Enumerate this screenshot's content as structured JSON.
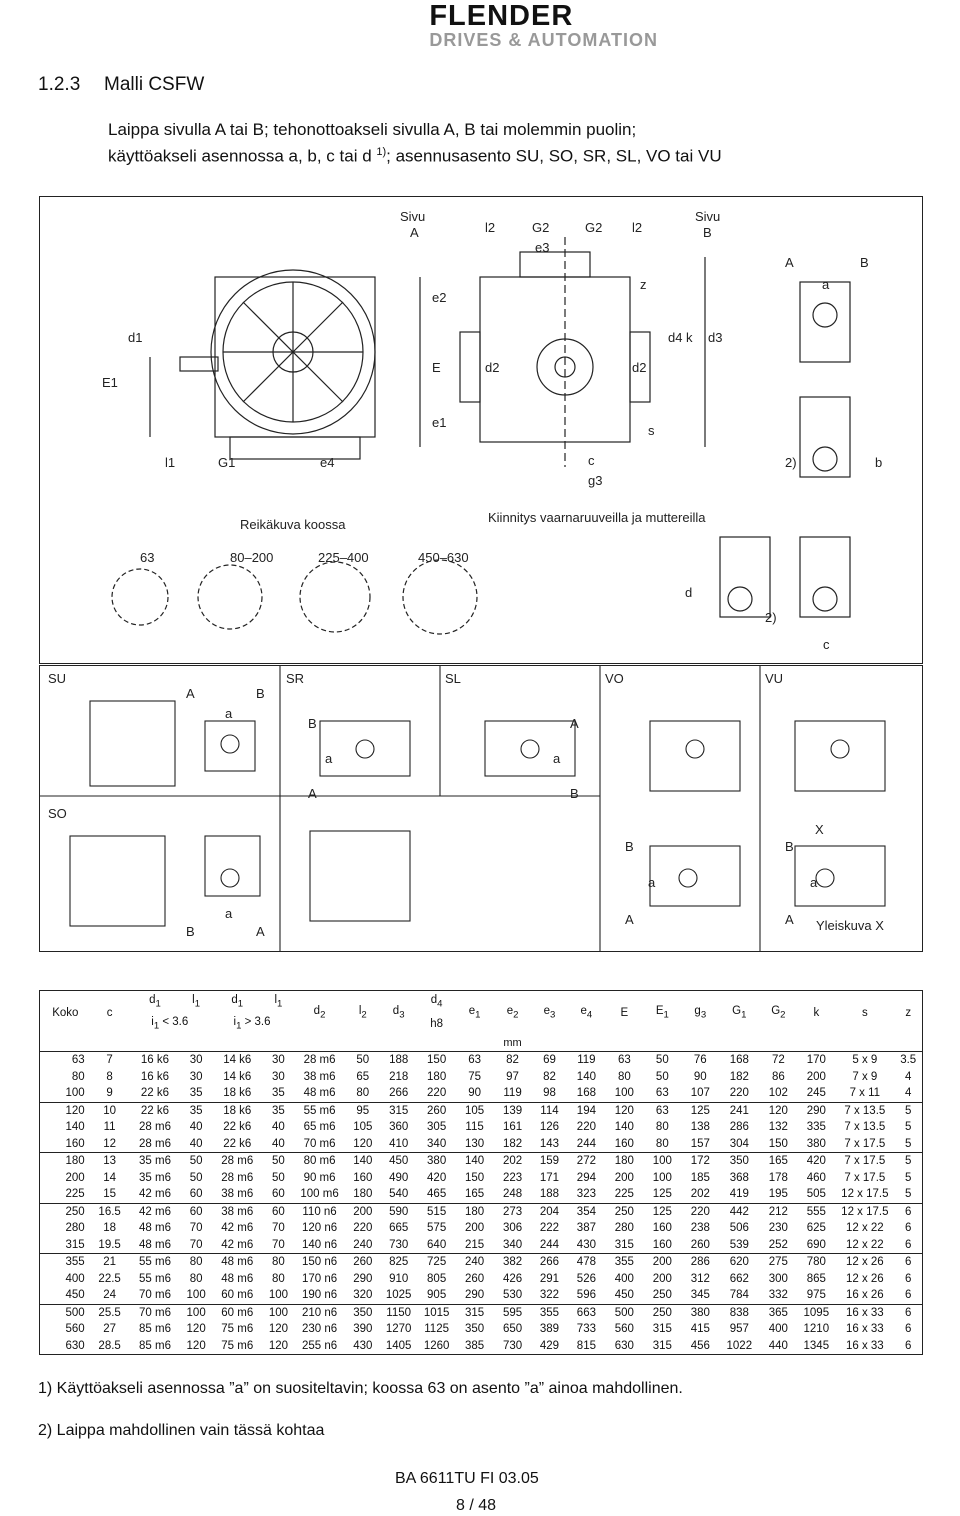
{
  "header": {
    "brand": "FLENDER",
    "tagline": "DRIVES & AUTOMATION"
  },
  "section": {
    "number": "1.2.3",
    "title": "Malli CSFW"
  },
  "intro": {
    "line1": "Laippa sivulla A tai B; tehonottoakseli sivulla A, B tai molemmin puolin;",
    "line2_pre": "käyttöakseli asennossa a, b, c tai d ",
    "line2_sup": "1)",
    "line2_post": "; asennusasento SU, SO, SR, SL, VO tai VU"
  },
  "drawing": {
    "side_a_label": "Sivu",
    "side_a_letter": "A",
    "side_b_label": "Sivu",
    "side_b_letter": "B",
    "dims_top": [
      "l2",
      "G2",
      "G2",
      "l2",
      "e3"
    ],
    "dims_left": [
      "d1",
      "E1",
      "E",
      "e2",
      "e1",
      "d2"
    ],
    "dims_right": [
      "z",
      "d4",
      "k",
      "d3",
      "d2",
      "s"
    ],
    "dims_bottom": [
      "l1",
      "G1",
      "e4",
      "c",
      "g3"
    ],
    "hole_caption": "Reikäkuva koossa",
    "hole_sizes": [
      "63",
      "80–200",
      "225–400",
      "450–630"
    ],
    "mounting_caption": "Kiinnitys vaarnaruuveilla ja muttereilla",
    "position_labels": {
      "A": "A",
      "B": "B",
      "a": "a",
      "b": "b",
      "c": "c",
      "d": "d",
      "note": "2)"
    }
  },
  "positions": {
    "codes": [
      "SU",
      "SR",
      "SL",
      "VO",
      "VU",
      "SO"
    ],
    "letters": {
      "A": "A",
      "B": "B",
      "a": "a",
      "X": "X"
    },
    "detail_caption": "Yleiskuva X"
  },
  "table": {
    "head": {
      "koko": "Koko",
      "c": "c",
      "d1": "d",
      "l1": "l",
      "d1b": "d",
      "l1b": "l",
      "i_lt": "i",
      "i_lt_val": " < 3.6",
      "i_gt": "i",
      "i_gt_val": " > 3.6",
      "d2": "d",
      "l2": "l",
      "d3": "d",
      "d4": "d",
      "h8": "h8",
      "e1": "e",
      "e2": "e",
      "e3": "e",
      "e4": "e",
      "E": "E",
      "E1": "E",
      "g3": "g",
      "G1": "G",
      "G2": "G",
      "k": "k",
      "s": "s",
      "z": "z",
      "sub1": "1",
      "sub2": "2",
      "sub3": "3",
      "sub4": "4",
      "units": "mm"
    },
    "groups": [
      [
        [
          "63",
          "7",
          "16 k6",
          "30",
          "14 k6",
          "30",
          "28 m6",
          "50",
          "188",
          "150",
          "63",
          "82",
          "69",
          "119",
          "63",
          "50",
          "76",
          "168",
          "72",
          "170",
          "5 x 9",
          "3.5"
        ],
        [
          "80",
          "8",
          "16 k6",
          "30",
          "14 k6",
          "30",
          "38 m6",
          "65",
          "218",
          "180",
          "75",
          "97",
          "82",
          "140",
          "80",
          "50",
          "90",
          "182",
          "86",
          "200",
          "7 x 9",
          "4"
        ],
        [
          "100",
          "9",
          "22 k6",
          "35",
          "18 k6",
          "35",
          "48 m6",
          "80",
          "266",
          "220",
          "90",
          "119",
          "98",
          "168",
          "100",
          "63",
          "107",
          "220",
          "102",
          "245",
          "7 x 11",
          "4"
        ]
      ],
      [
        [
          "120",
          "10",
          "22 k6",
          "35",
          "18 k6",
          "35",
          "55 m6",
          "95",
          "315",
          "260",
          "105",
          "139",
          "114",
          "194",
          "120",
          "63",
          "125",
          "241",
          "120",
          "290",
          "7 x 13.5",
          "5"
        ],
        [
          "140",
          "11",
          "28 m6",
          "40",
          "22 k6",
          "40",
          "65 m6",
          "105",
          "360",
          "305",
          "115",
          "161",
          "126",
          "220",
          "140",
          "80",
          "138",
          "286",
          "132",
          "335",
          "7 x 13.5",
          "5"
        ],
        [
          "160",
          "12",
          "28 m6",
          "40",
          "22 k6",
          "40",
          "70 m6",
          "120",
          "410",
          "340",
          "130",
          "182",
          "143",
          "244",
          "160",
          "80",
          "157",
          "304",
          "150",
          "380",
          "7 x 17.5",
          "5"
        ]
      ],
      [
        [
          "180",
          "13",
          "35 m6",
          "50",
          "28 m6",
          "50",
          "80 m6",
          "140",
          "450",
          "380",
          "140",
          "202",
          "159",
          "272",
          "180",
          "100",
          "172",
          "350",
          "165",
          "420",
          "7 x 17.5",
          "5"
        ],
        [
          "200",
          "14",
          "35 m6",
          "50",
          "28 m6",
          "50",
          "90 m6",
          "160",
          "490",
          "420",
          "150",
          "223",
          "171",
          "294",
          "200",
          "100",
          "185",
          "368",
          "178",
          "460",
          "7 x 17.5",
          "5"
        ],
        [
          "225",
          "15",
          "42 m6",
          "60",
          "38 m6",
          "60",
          "100 m6",
          "180",
          "540",
          "465",
          "165",
          "248",
          "188",
          "323",
          "225",
          "125",
          "202",
          "419",
          "195",
          "505",
          "12 x 17.5",
          "5"
        ]
      ],
      [
        [
          "250",
          "16.5",
          "42 m6",
          "60",
          "38 m6",
          "60",
          "110 n6",
          "200",
          "590",
          "515",
          "180",
          "273",
          "204",
          "354",
          "250",
          "125",
          "220",
          "442",
          "212",
          "555",
          "12 x 17.5",
          "6"
        ],
        [
          "280",
          "18",
          "48 m6",
          "70",
          "42 m6",
          "70",
          "120 n6",
          "220",
          "665",
          "575",
          "200",
          "306",
          "222",
          "387",
          "280",
          "160",
          "238",
          "506",
          "230",
          "625",
          "12 x 22",
          "6"
        ],
        [
          "315",
          "19.5",
          "48 m6",
          "70",
          "42 m6",
          "70",
          "140 n6",
          "240",
          "730",
          "640",
          "215",
          "340",
          "244",
          "430",
          "315",
          "160",
          "260",
          "539",
          "252",
          "690",
          "12 x 22",
          "6"
        ]
      ],
      [
        [
          "355",
          "21",
          "55 m6",
          "80",
          "48 m6",
          "80",
          "150 n6",
          "260",
          "825",
          "725",
          "240",
          "382",
          "266",
          "478",
          "355",
          "200",
          "286",
          "620",
          "275",
          "780",
          "12 x 26",
          "6"
        ],
        [
          "400",
          "22.5",
          "55 m6",
          "80",
          "48 m6",
          "80",
          "170 n6",
          "290",
          "910",
          "805",
          "260",
          "426",
          "291",
          "526",
          "400",
          "200",
          "312",
          "662",
          "300",
          "865",
          "12 x 26",
          "6"
        ],
        [
          "450",
          "24",
          "70 m6",
          "100",
          "60 m6",
          "100",
          "190 n6",
          "320",
          "1025",
          "905",
          "290",
          "530",
          "322",
          "596",
          "450",
          "250",
          "345",
          "784",
          "332",
          "975",
          "16 x 26",
          "6"
        ]
      ],
      [
        [
          "500",
          "25.5",
          "70 m6",
          "100",
          "60 m6",
          "100",
          "210 n6",
          "350",
          "1150",
          "1015",
          "315",
          "595",
          "355",
          "663",
          "500",
          "250",
          "380",
          "838",
          "365",
          "1095",
          "16 x 33",
          "6"
        ],
        [
          "560",
          "27",
          "85 m6",
          "120",
          "75 m6",
          "120",
          "230 n6",
          "390",
          "1270",
          "1125",
          "350",
          "650",
          "389",
          "733",
          "560",
          "315",
          "415",
          "957",
          "400",
          "1210",
          "16 x 33",
          "6"
        ],
        [
          "630",
          "28.5",
          "85 m6",
          "120",
          "75 m6",
          "120",
          "255 n6",
          "430",
          "1405",
          "1260",
          "385",
          "730",
          "429",
          "815",
          "630",
          "315",
          "456",
          "1022",
          "440",
          "1345",
          "16 x 33",
          "6"
        ]
      ]
    ]
  },
  "footnotes": {
    "fn1": "1)  Käyttöakseli asennossa ”a” on suositeltavin; koossa 63 on asento ”a” ainoa mahdollinen.",
    "fn2": "2)  Laippa mahdollinen vain tässä kohtaa"
  },
  "footer": {
    "doc_code": "BA 6611TU FI 03.05",
    "page": "8 / 48"
  }
}
